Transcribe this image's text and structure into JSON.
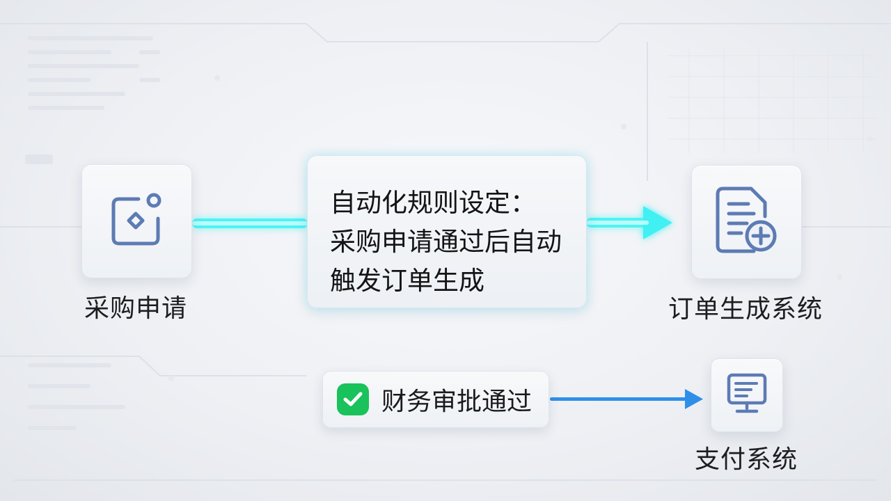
{
  "nodes": {
    "purchase_request": {
      "label": "采购申请",
      "icon": "edit-square-icon"
    },
    "order_system": {
      "label": "订单生成系统",
      "icon": "document-add-icon"
    },
    "payment_system": {
      "label": "支付系统",
      "icon": "monitor-list-icon"
    }
  },
  "rule_box": {
    "lines": [
      "自动化规则设定：",
      "采购申请通过后自动",
      "触发订单生成"
    ]
  },
  "approval": {
    "label": "财务审批通过",
    "icon": "check-icon"
  },
  "colors": {
    "glow_arrow": "#3ff0f2",
    "blue_arrow": "#2f8fe8",
    "icon_stroke": "#5d7bb4",
    "check_green": "#19c25a"
  }
}
